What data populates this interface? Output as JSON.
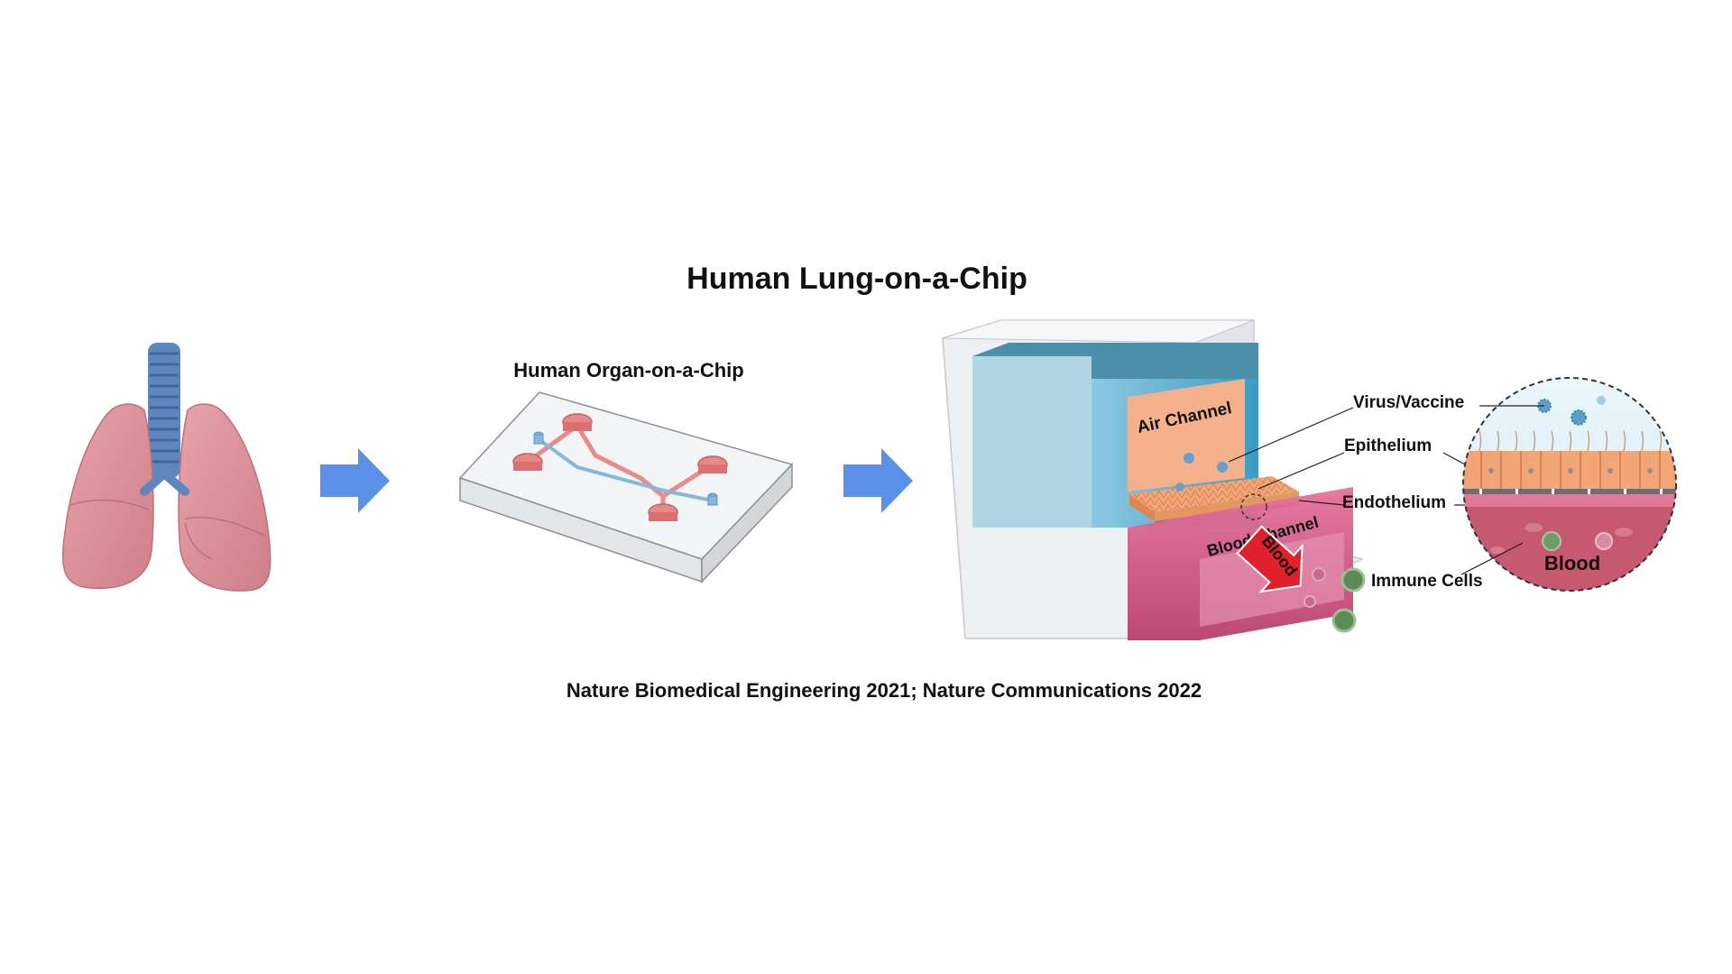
{
  "title": "Human Lung-on-a-Chip",
  "chip_title": "Human Organ-on-a-Chip",
  "channels": {
    "air": "Air Channel",
    "blood": "Blood Channel",
    "blood_arrow": "Blood"
  },
  "labels": {
    "virus": "Virus/Vaccine",
    "epithelium": "Epithelium",
    "endothelium": "Endothelium",
    "immune": "Immune Cells",
    "blood_zoom": "Blood"
  },
  "citation": "Nature Biomedical Engineering 2021; Nature Communications 2022",
  "colors": {
    "lung": "#d98a93",
    "trachea": "#5f86bd",
    "arrow": "#5b8fe8",
    "air_channel": "#4aa3c8",
    "blood_channel": "#c84a7a",
    "epithelium": "#f0a06a",
    "blood_arrow": "#e0202a"
  },
  "icons": [
    "lung-icon",
    "arrow-right-icon",
    "chip-icon",
    "virus-icon",
    "immune-cell-icon"
  ]
}
